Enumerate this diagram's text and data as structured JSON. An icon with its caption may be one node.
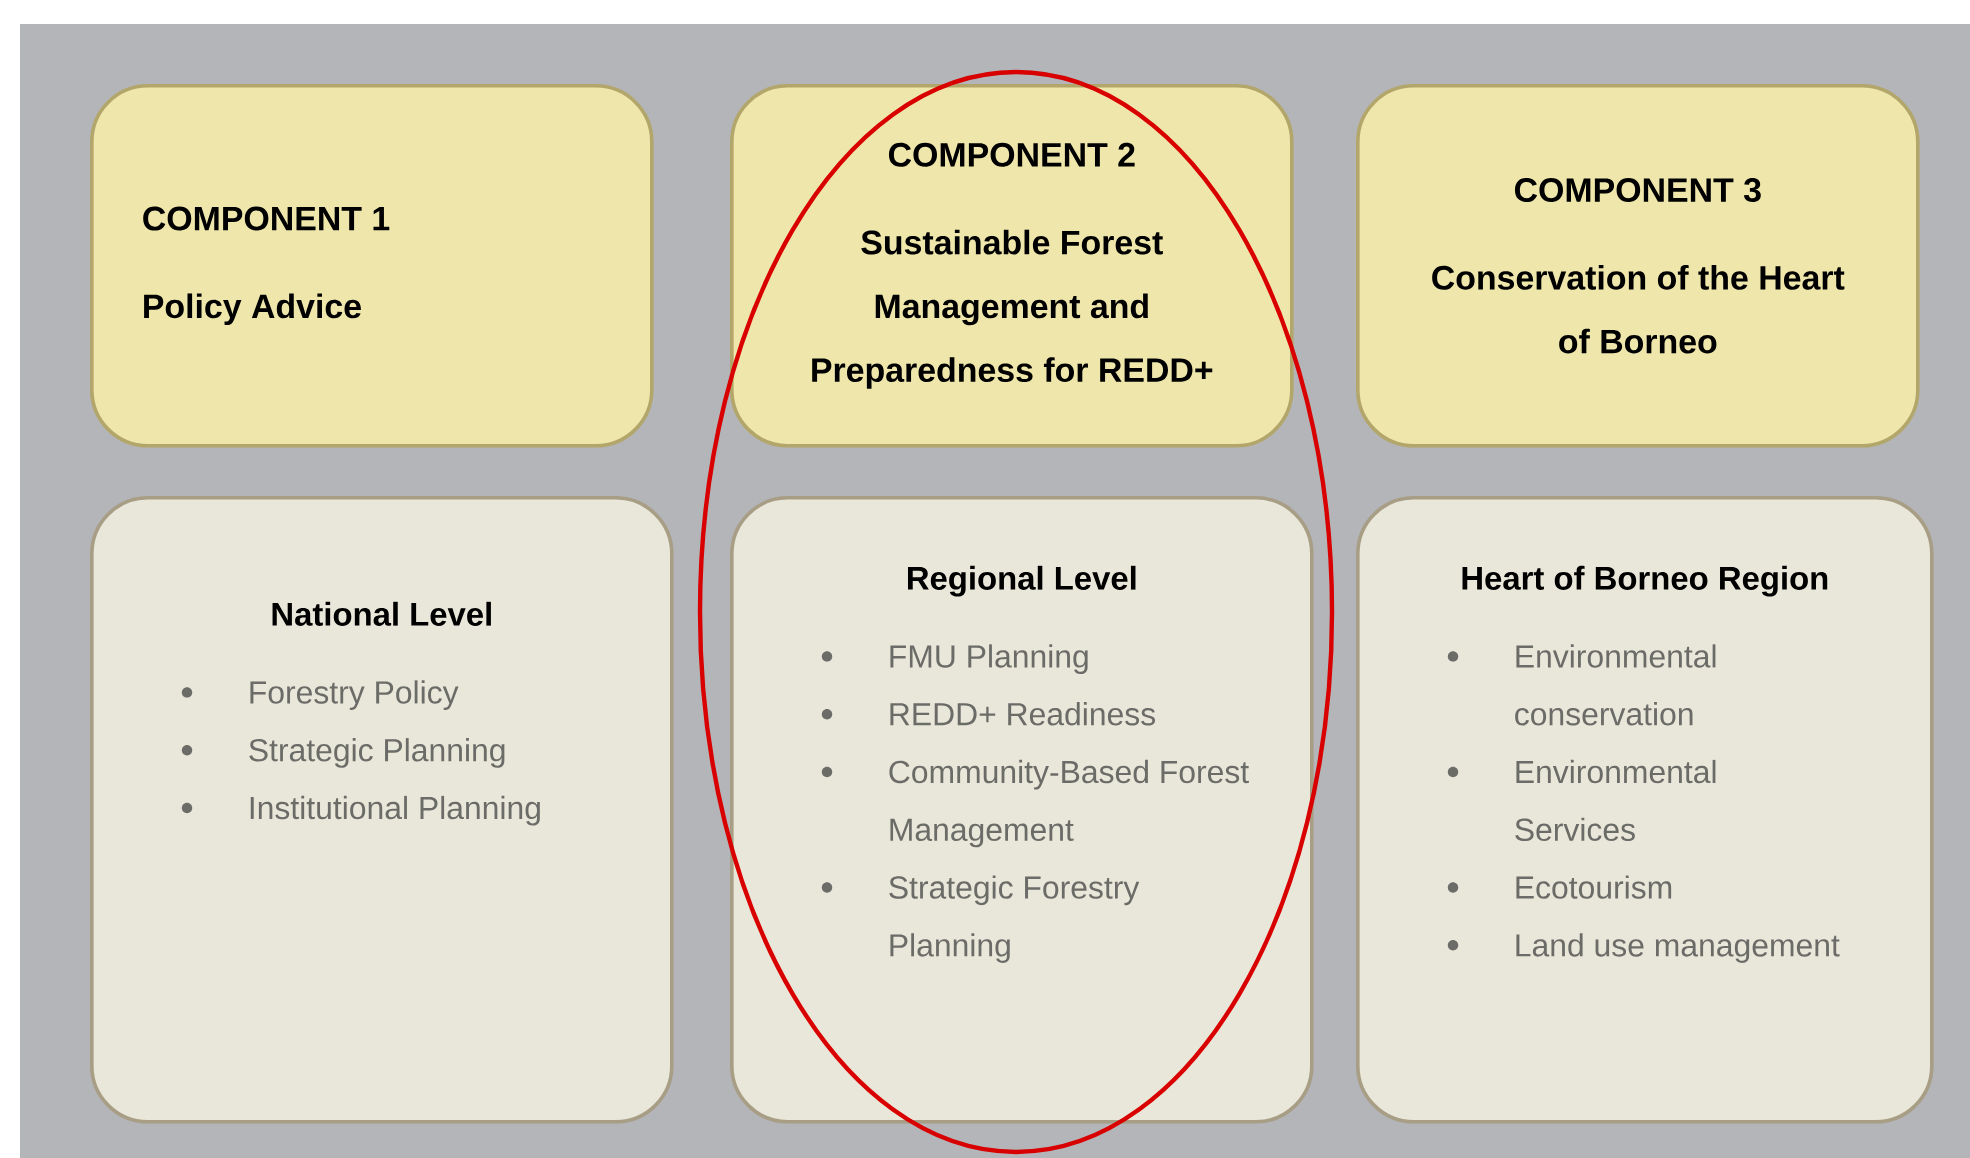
{
  "diagram": {
    "nodes": [
      {
        "text": [
          "COMPONENT 1",
          "Policy Advice"
        ]
      },
      {
        "text": [
          "COMPONENT 2",
          "Sustainable Forest Management and Preparedness for REDD+"
        ]
      },
      {
        "text": [
          "COMPONENT 3",
          "Conservation of the Heart of Borneo"
        ]
      },
      {
        "text": [
          "National Level",
          "Forestry Policy",
          "Strategic Planning",
          "Institutional Planning"
        ]
      },
      {
        "text": [
          "Regional Level",
          "FMU Planning",
          "REDD+ Readiness",
          "Community-Based Forest Management",
          "Strategic Forestry Planning"
        ]
      },
      {
        "text": [
          "Heart of Borneo Region",
          "Environmental conservation",
          "Environmental Services",
          "Ecotourism",
          "Land use management"
        ]
      }
    ]
  }
}
